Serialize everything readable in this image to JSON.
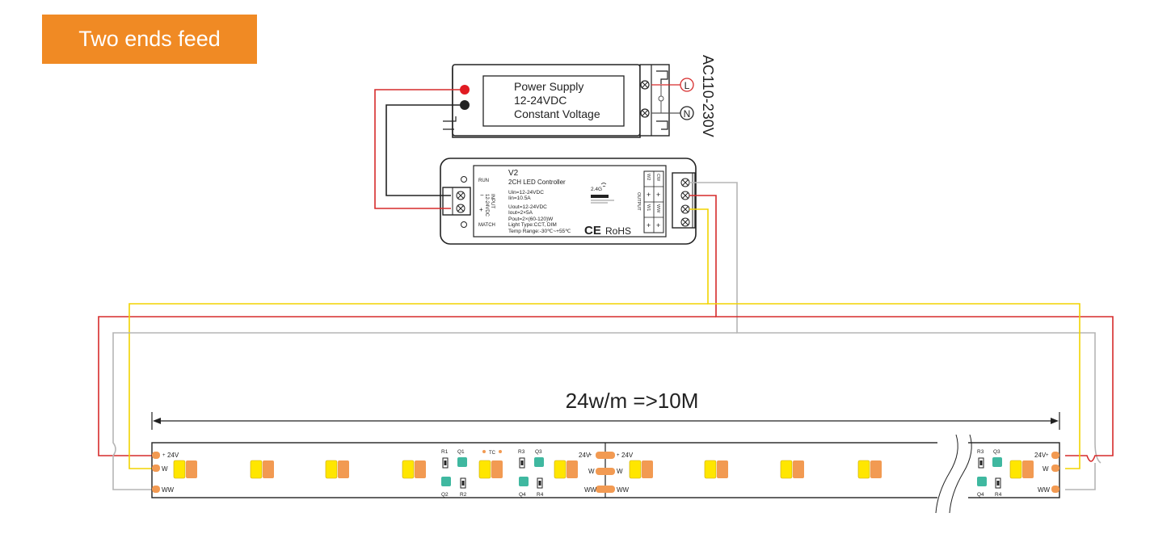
{
  "banner": {
    "title": "Two ends feed"
  },
  "power_supply": {
    "line1": "Power Supply",
    "line2": "12-24VDC",
    "line3": "Constant Voltage",
    "terminal_l": "L",
    "terminal_n": "N",
    "ac_label": "AC110-230V"
  },
  "controller": {
    "model": "V2",
    "name": "2CH LED Controller",
    "specs": [
      "Uin=12-24VDC",
      "Iin=10.5A",
      "Uout=12-24VDC",
      "Iout=2×5A",
      "Pout=2×(60-120)W",
      "Light Type:CCT, DIM",
      "Temp Range:-30℃~+55℃"
    ],
    "run": "RUN",
    "match": "MATCH",
    "input": "INPUT",
    "input_v": "12-24VDC",
    "output": "OUTPUT",
    "rf": "2.4G",
    "ce": "CE",
    "rohs": "RoHS",
    "out_cw": "CW",
    "out_w2": "W2",
    "out_ww": "WW",
    "out_w1": "W1",
    "plus": "+",
    "minus": "−"
  },
  "strip": {
    "length_label": "24w/m =>10M",
    "pad_24v": "24V",
    "pad_w": "W",
    "pad_ww": "WW",
    "r1": "R1",
    "r2": "R2",
    "r3": "R3",
    "r4": "R4",
    "q1": "Q1",
    "q2": "Q2",
    "q3": "Q3",
    "q4": "Q4",
    "tc": "TC",
    "plus": "+"
  },
  "colors": {
    "banner": "#f08a24",
    "wire_red": "#d62b2b",
    "wire_black": "#222222",
    "wire_yellow": "#f2d400",
    "wire_gray": "#b5b5b5",
    "led_yellow": "#ffe600",
    "led_orange": "#f29a52",
    "pad": "#f29a52",
    "chip_teal": "#3fb8a0"
  }
}
